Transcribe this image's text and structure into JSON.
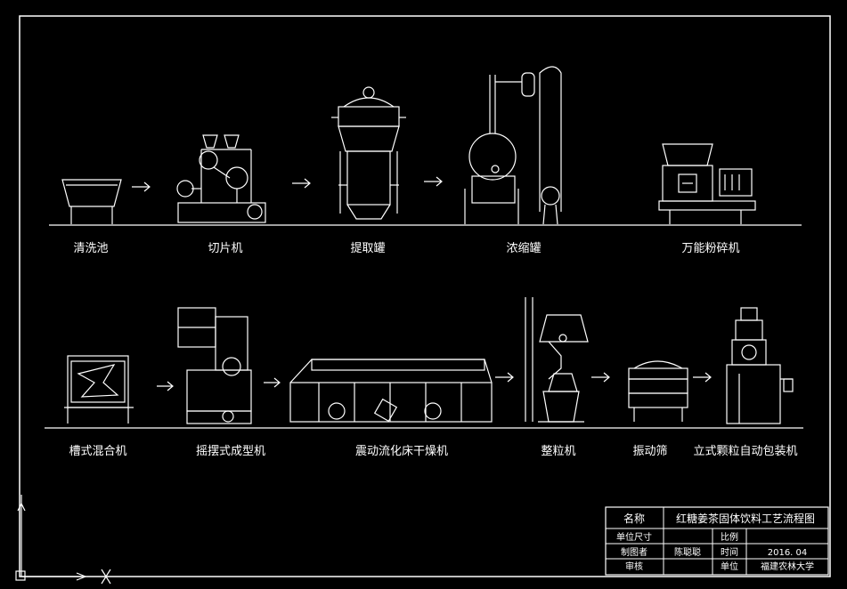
{
  "row1": {
    "s1": "清洗池",
    "s2": "切片机",
    "s3": "提取罐",
    "s4": "浓缩罐",
    "s5": "万能粉碎机"
  },
  "row2": {
    "s1": "槽式混合机",
    "s2": "摇摆式成型机",
    "s3": "震动流化床干燥机",
    "s4": "整粒机",
    "s5": "振动筛",
    "s6": "立式颗粒自动包装机"
  },
  "title_block": {
    "name_label": "名称",
    "name_value": "红糖姜茶固体饮料工艺流程图",
    "unit_size_label": "单位尺寸",
    "scale_label": "比例",
    "drawer_label": "制图者",
    "drawer_value": "陈聪聪",
    "time_label": "时间",
    "time_value": "2016. 04",
    "review_label": "审核",
    "unit_label": "单位",
    "unit_value": "福建农林大学"
  }
}
